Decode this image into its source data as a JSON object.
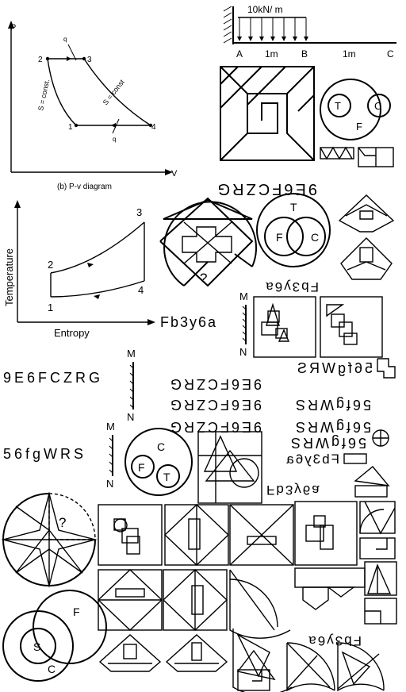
{
  "pv": {
    "axis_p": "P",
    "axis_v": "V",
    "caption": "(b) P-v diagram",
    "p1": "1",
    "p2": "2",
    "p3": "3",
    "p4": "4",
    "s_const_left": "S = const.",
    "s_const_right": "S = const",
    "q_in": "q",
    "q_out": "q"
  },
  "beam": {
    "load": "10kN/ m",
    "a": "A",
    "b": "B",
    "c": "C",
    "span1": "1m",
    "span2": "1m"
  },
  "ts": {
    "ylabel": "Temperature",
    "xlabel": "Entropy",
    "p1": "1",
    "p2": "2",
    "p3": "3",
    "p4": "4"
  },
  "venn": {
    "t": "T",
    "c": "C",
    "f": "F",
    "s": "S"
  },
  "question": "?",
  "mirror": {
    "m": "M",
    "n": "N"
  },
  "strings": {
    "top_mirror": "9E6FCZRG",
    "fb_small_mirror": "Fb3y6a",
    "fb": "Fb3y6a",
    "row_9e": "9E6FCZRG",
    "row_56": "56fgWRS",
    "row_56_long": "56fgWRS",
    "fb_bottom": "Fb3y6a"
  }
}
